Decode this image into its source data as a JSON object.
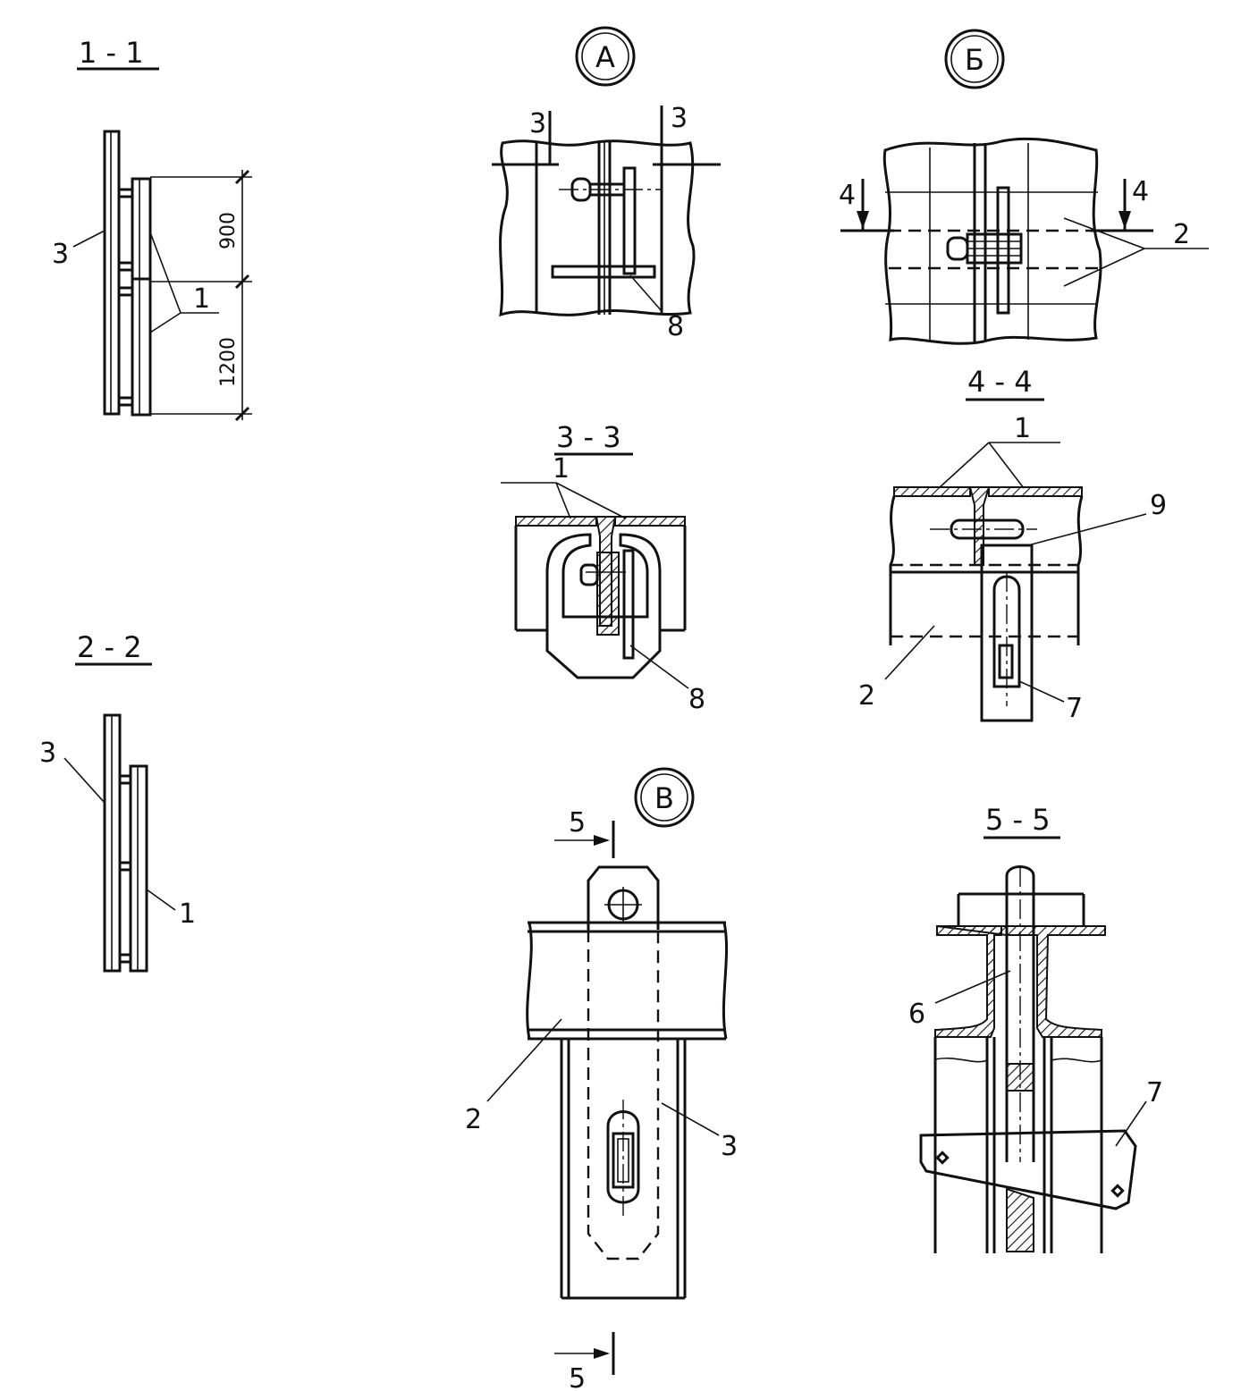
{
  "views": {
    "s11": {
      "title": "1 - 1",
      "dim_top": "900",
      "dim_bottom": "1200",
      "ref_left": "3",
      "ref_right": "1"
    },
    "s22": {
      "title": "2 - 2",
      "ref_left": "3",
      "ref_right": "1"
    },
    "A": {
      "title": "А",
      "cut_left": "3",
      "cut_right": "3",
      "ref": "8"
    },
    "B": {
      "title": "Б",
      "cut_left": "4",
      "cut_right": "4",
      "ref": "2"
    },
    "s33": {
      "title": "3 - 3",
      "ref_top": "1",
      "ref_bottom": "8"
    },
    "s44": {
      "title": "4 - 4",
      "ref_top": "1",
      "ref_right": "9",
      "ref_left": "2",
      "ref_bottom": "7"
    },
    "V": {
      "title": "В",
      "cut_top": "5",
      "cut_bottom": "5",
      "ref_left": "2",
      "ref_right": "3"
    },
    "s55": {
      "title": "5 - 5",
      "ref_left": "6",
      "ref_right": "7"
    }
  }
}
